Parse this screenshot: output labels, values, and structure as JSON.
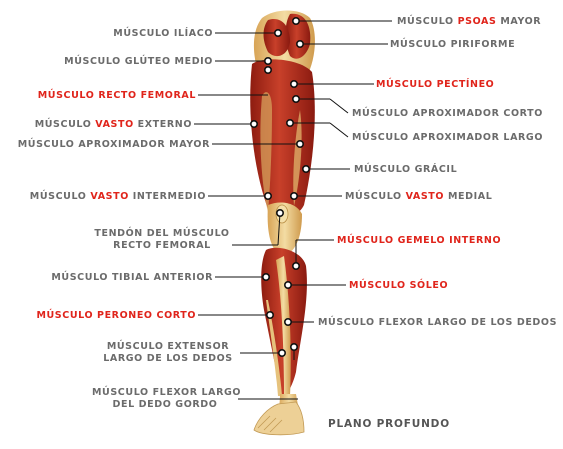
{
  "colors": {
    "label": "#6b6b6b",
    "highlight": "#e0241b",
    "muscle": "#b8301f",
    "tendon": "#e7c27a",
    "line": "#111111"
  },
  "caption": "PLANO PROFUNDO",
  "labels": {
    "iliaco": {
      "text": "MÚSCULO ILÍACO"
    },
    "psoas": {
      "pre": "MÚSCULO ",
      "hl": "PSOAS",
      "post": " MAYOR"
    },
    "gluteo": {
      "text": "MÚSCULO GLÚTEO MEDIO"
    },
    "piriforme": {
      "text": "MÚSCULO PIRIFORME"
    },
    "recto": {
      "text": "MÚSCULO RECTO FEMORAL"
    },
    "pectineo": {
      "text": "MÚSCULO PECTÍNEO"
    },
    "vasto_ext": {
      "pre": "MÚSCULO ",
      "hl": "VASTO",
      "post": " EXTERNO"
    },
    "aprox_corto": {
      "text": "MÚSCULO APROXIMADOR CORTO"
    },
    "aprox_mayor": {
      "text": "MÚSCULO APROXIMADOR MAYOR"
    },
    "aprox_largo": {
      "text": "MÚSCULO APROXIMADOR LARGO"
    },
    "gracil": {
      "text": "MÚSCULO GRÁCIL"
    },
    "vasto_int": {
      "pre": "MÚSCULO ",
      "hl": "VASTO",
      "post": " INTERMEDIO"
    },
    "vasto_med": {
      "pre": "MÚSCULO ",
      "hl": "VASTO",
      "post": " MEDIAL"
    },
    "tendon": {
      "line1": "TENDÓN DEL MÚSCULO",
      "line2": "RECTO FEMORAL"
    },
    "gemelo": {
      "text": "MÚSCULO GEMELO INTERNO"
    },
    "tibial": {
      "text": "MÚSCULO TIBIAL ANTERIOR"
    },
    "soleo": {
      "text": "MÚSCULO SÓLEO"
    },
    "peroneo": {
      "text": "MÚSCULO PERONEO CORTO"
    },
    "flexor_dedos": {
      "text": "MÚSCULO FLEXOR LARGO DE LOS DEDOS"
    },
    "extensor": {
      "line1": "MÚSCULO EXTENSOR",
      "line2": "LARGO DE LOS DEDOS"
    },
    "flexor_gordo": {
      "line1": "MÚSCULO FLEXOR LARGO",
      "line2": "DEL DEDO GORDO"
    }
  }
}
